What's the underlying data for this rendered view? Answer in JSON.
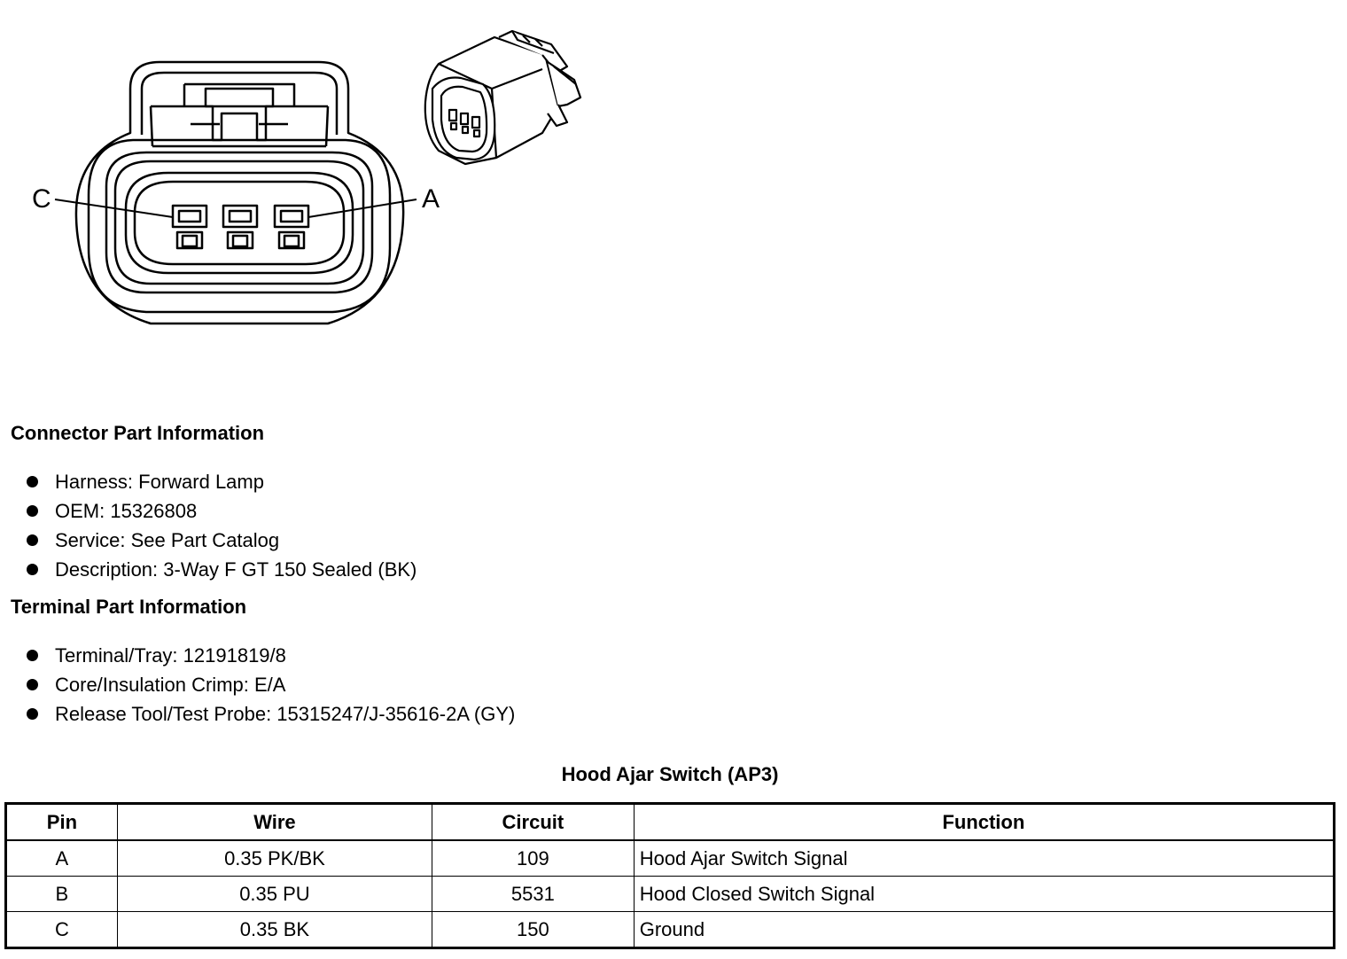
{
  "diagram": {
    "label_left": "C",
    "label_right": "A"
  },
  "connector_info": {
    "heading": "Connector Part Information",
    "items": [
      "Harness: Forward Lamp",
      "OEM: 15326808",
      "Service: See Part Catalog",
      "Description: 3-Way F GT 150 Sealed (BK)"
    ]
  },
  "terminal_info": {
    "heading": "Terminal Part Information",
    "items": [
      "Terminal/Tray: 12191819/8",
      "Core/Insulation Crimp: E/A",
      "Release Tool/Test Probe: 15315247/J-35616-2A (GY)"
    ]
  },
  "table": {
    "title": "Hood Ajar Switch (AP3)",
    "headers": [
      "Pin",
      "Wire",
      "Circuit",
      "Function"
    ],
    "rows": [
      [
        "A",
        "0.35 PK/BK",
        "109",
        "Hood Ajar Switch Signal"
      ],
      [
        "B",
        "0.35 PU",
        "5531",
        "Hood Closed Switch Signal"
      ],
      [
        "C",
        "0.35 BK",
        "150",
        "Ground"
      ]
    ]
  }
}
